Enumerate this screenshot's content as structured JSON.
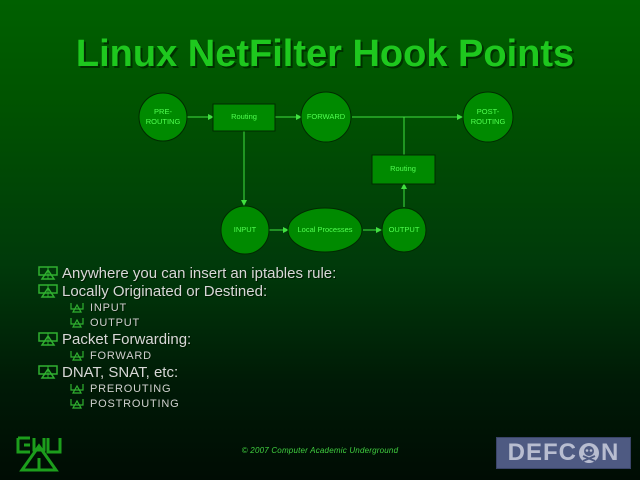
{
  "slide": {
    "title": "Linux NetFilter Hook Points",
    "footer": "© 2007 Computer Academic Underground",
    "logo_right": {
      "text_before": "DEFC",
      "text_after": "N",
      "icon": "skull-crossbones-icon"
    },
    "logo_left": {
      "icon": "cau-logo-icon"
    }
  },
  "diagram": {
    "nodes": {
      "prerouting": [
        "PRE-",
        "ROUTING"
      ],
      "routing_1": "Routing",
      "forward": "FORWARD",
      "postrouting": [
        "POST-",
        "ROUTING"
      ],
      "routing_2": "Routing",
      "input": "INPUT",
      "local_processes": "Local Processes",
      "output": "OUTPUT"
    },
    "colors": {
      "node_fill": "#008a00",
      "node_stroke": "#002a00",
      "edge": "#40e040",
      "text": "#50ff50"
    }
  },
  "bullets": [
    {
      "text": "Anywhere you can insert an iptables rule:",
      "children": []
    },
    {
      "text": "Locally Originated or Destined:",
      "children": [
        "INPUT",
        "OUTPUT"
      ]
    },
    {
      "text": "Packet Forwarding:",
      "children": [
        "FORWARD"
      ]
    },
    {
      "text": "DNAT, SNAT, etc:",
      "children": [
        "PREROUTING",
        "POSTROUTING"
      ]
    }
  ]
}
